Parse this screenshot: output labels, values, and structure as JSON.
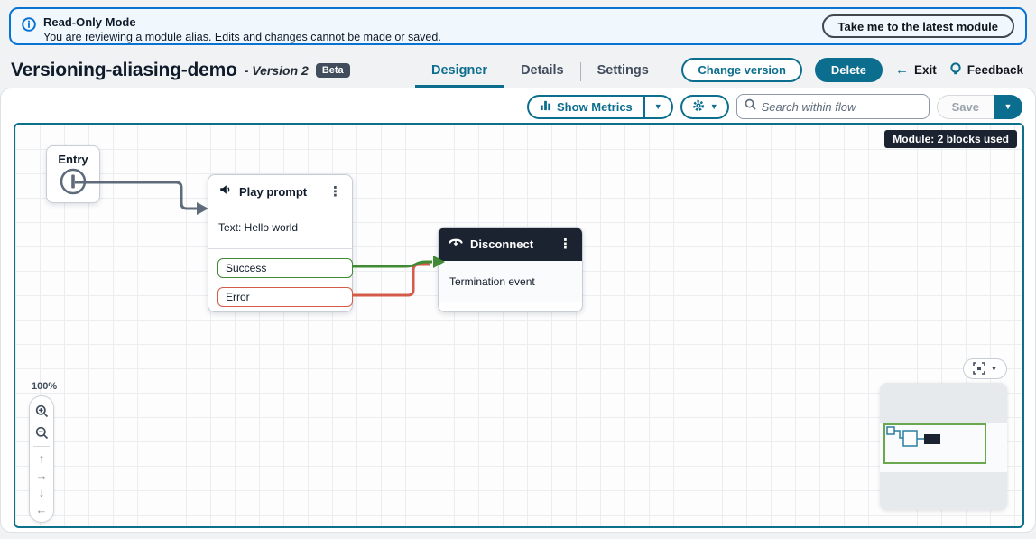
{
  "colors": {
    "accent": "#0c6e8e",
    "banner_border": "#0972d3",
    "success": "#3f8a33",
    "error": "#d45b49",
    "connector": "#5f6b7a",
    "dark": "#1b2331"
  },
  "banner": {
    "title": "Read-Only Mode",
    "message": "You are reviewing a module alias. Edits and changes cannot be made or saved.",
    "action_label": "Take me to the latest module"
  },
  "header": {
    "title": "Versioning-aliasing-demo",
    "version": "- Version 2",
    "beta": "Beta",
    "tabs": [
      {
        "label": "Designer",
        "active": true
      },
      {
        "label": "Details",
        "active": false
      },
      {
        "label": "Settings",
        "active": false
      }
    ],
    "actions": {
      "change_version": "Change version",
      "delete": "Delete",
      "exit": "Exit",
      "feedback": "Feedback"
    }
  },
  "toolbar": {
    "show_metrics": "Show Metrics",
    "search_placeholder": "Search within flow",
    "save": "Save"
  },
  "canvas": {
    "module_badge": "Module: 2 blocks used",
    "zoom_level": "100%",
    "blocks": {
      "entry": {
        "title": "Entry"
      },
      "play_prompt": {
        "title": "Play prompt",
        "body": "Text: Hello world",
        "ports": [
          {
            "label": "Success",
            "type": "success"
          },
          {
            "label": "Error",
            "type": "error"
          }
        ]
      },
      "disconnect": {
        "title": "Disconnect",
        "body": "Termination event"
      }
    }
  }
}
